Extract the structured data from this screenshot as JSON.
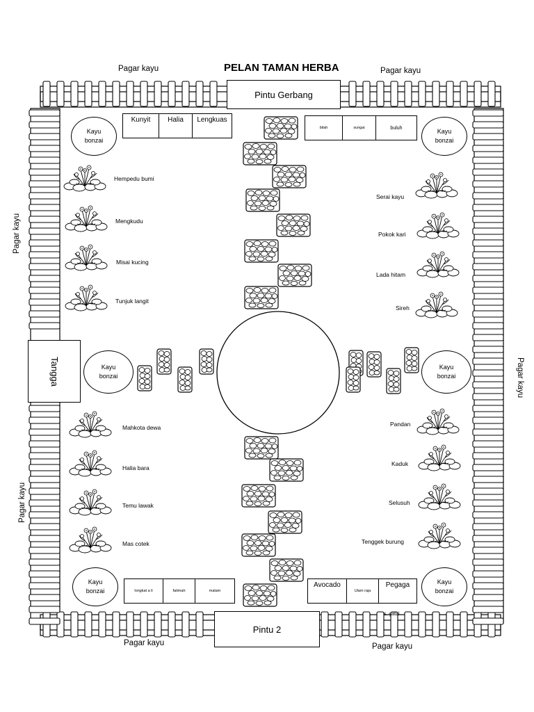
{
  "title": "PELAN TAMAN HERBA",
  "fence_label": "Pagar kayu",
  "gate_main": "Pintu Gerbang",
  "gate_2": "Pintu 2",
  "stairs": "Tangga",
  "bonzai": "Kayu bonzai",
  "beds": {
    "top_left": [
      "Kunyit",
      "Halia",
      "Lengkuas"
    ],
    "top_right": [
      "bilah",
      "sungai",
      "buluh"
    ],
    "bottom_left": [
      "longkat a li",
      "fatimah",
      "malam"
    ],
    "bottom_right": [
      "Avocado",
      "Ulam raja",
      "Pegaga"
    ]
  },
  "plants_left_top": [
    "Hempedu bumi",
    "Mengkudu",
    "Misai kucing",
    "Tunjuk langit"
  ],
  "plants_right_top": [
    "Serai kayu",
    "Pokok kari",
    "Lada  hitam",
    "Sireh"
  ],
  "plants_left_bottom": [
    "Mahkota dewa",
    "Halia bara",
    "Temu lawak",
    "Mas cotek"
  ],
  "plants_right_bottom": [
    "Pandan",
    "Kaduk",
    "Selusuh",
    "Tenggek  burung"
  ],
  "stray_label": "s. gatal"
}
